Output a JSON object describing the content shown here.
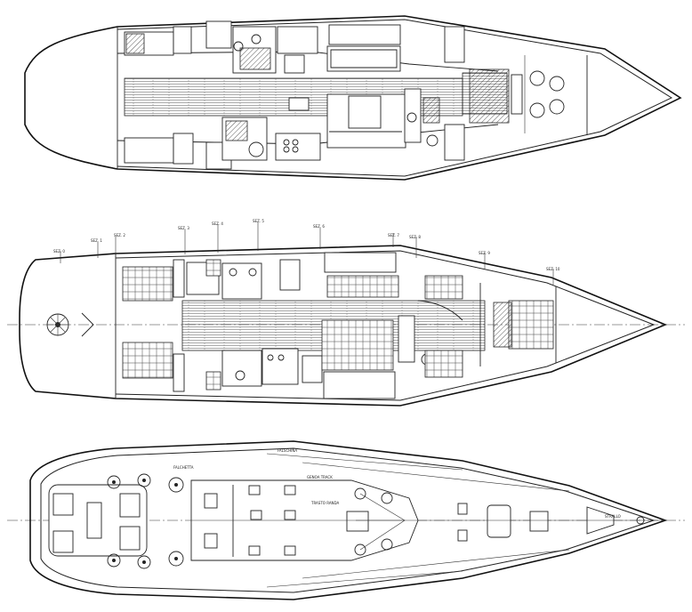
{
  "figure": {
    "views": [
      "accommodation-plan-upper",
      "accommodation-plan-lower",
      "deck-plan"
    ]
  },
  "station_labels": [
    "SEZ. 0",
    "SEZ. 1",
    "SEZ. 2",
    "SEZ. 3",
    "SEZ. 4",
    "SEZ. 5",
    "SEZ. 6",
    "SEZ. 7",
    "SEZ. 8",
    "SEZ. 9",
    "SEZ. 10"
  ],
  "deck_labels": [
    "FALSCHINA",
    "TRASTO RANDA",
    "GENOA TRACK",
    "STRALLO",
    "FALCHETTA"
  ]
}
